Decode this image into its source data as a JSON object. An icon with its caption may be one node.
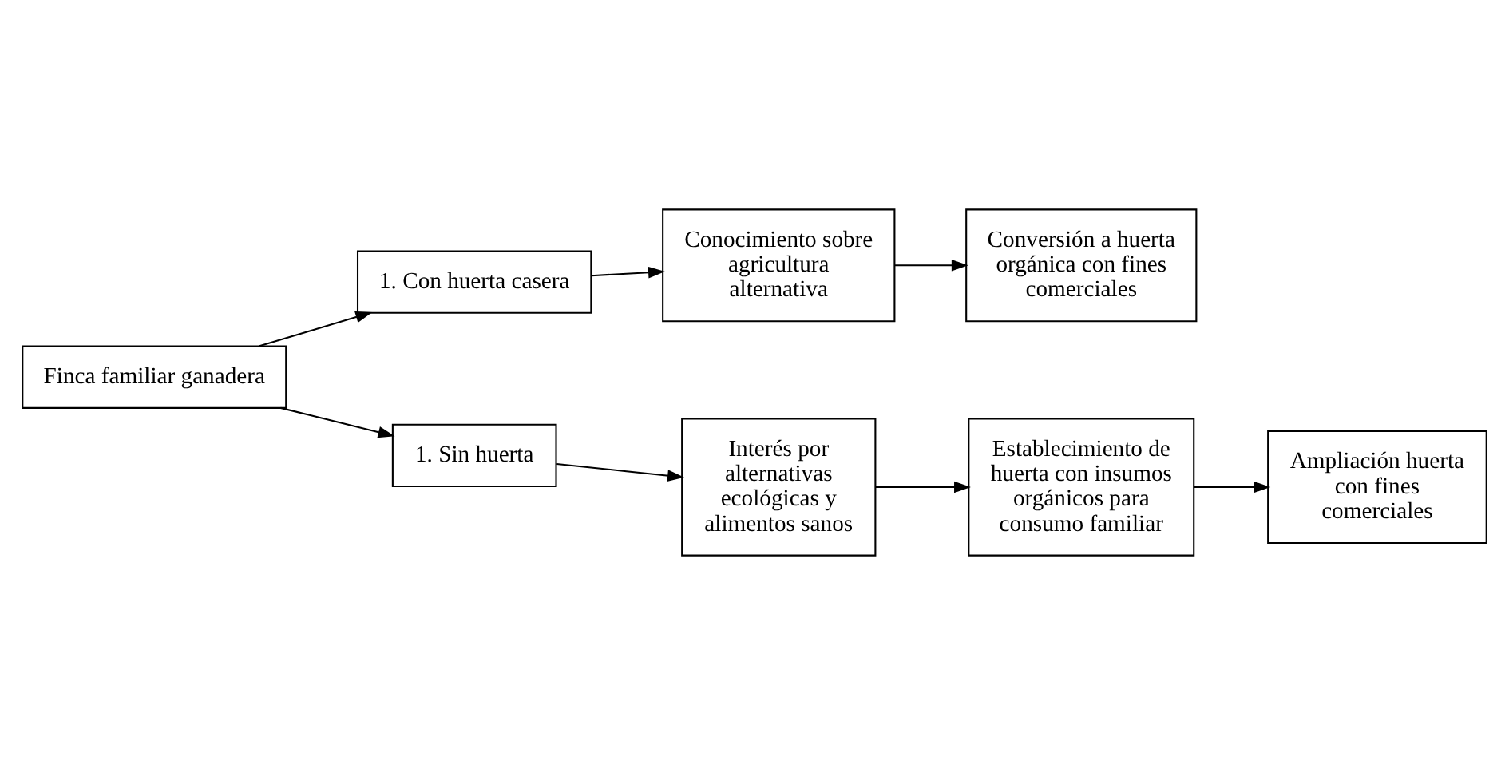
{
  "diagram": {
    "nodes": [
      {
        "text": [
          "Finca familiar ganadera"
        ]
      },
      {
        "text": [
          "1. Con huerta casera"
        ]
      },
      {
        "text": [
          "Conocimiento sobre agricultura alternativa"
        ]
      },
      {
        "text": [
          "Conversión a huerta orgánica con fines comerciales"
        ]
      },
      {
        "text": [
          "1. Sin huerta"
        ]
      },
      {
        "text": [
          "Interés por alternativas ecológicas y alimentos sanos"
        ]
      },
      {
        "text": [
          "Establecimiento de huerta con insumos orgánicos para consumo familiar"
        ]
      },
      {
        "text": [
          "Ampliación huerta con fines comerciales"
        ]
      }
    ],
    "edges": [
      {
        "from": 0,
        "to": 1,
        "arrow": "to"
      },
      {
        "from": 1,
        "to": 2,
        "arrow": "to"
      },
      {
        "from": 2,
        "to": 3,
        "arrow": "to"
      },
      {
        "from": 0,
        "to": 4,
        "arrow": "to"
      },
      {
        "from": 4,
        "to": 5,
        "arrow": "to"
      },
      {
        "from": 5,
        "to": 6,
        "arrow": "to"
      },
      {
        "from": 6,
        "to": 7,
        "arrow": "to"
      }
    ]
  }
}
